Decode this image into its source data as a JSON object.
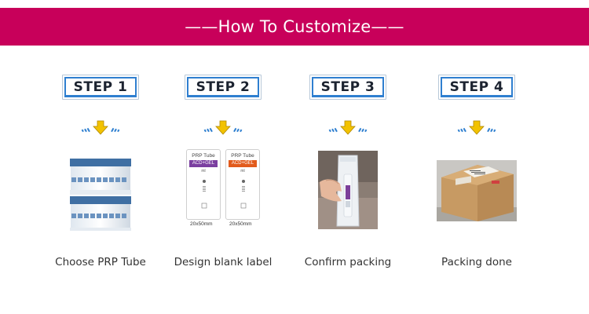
{
  "banner": {
    "title": "——How To Customize——",
    "color": "#c8005a"
  },
  "steps": [
    {
      "badge": "STEP 1",
      "caption": "Choose PRP Tube",
      "image": "prp-tube-racks"
    },
    {
      "badge": "STEP 2",
      "caption": "Design blank label",
      "image": "blank-label-designs"
    },
    {
      "badge": "STEP 3",
      "caption": "Confirm packing",
      "image": "hand-holding-pouch"
    },
    {
      "badge": "STEP 4",
      "caption": "Packing done",
      "image": "cardboard-shipping-box"
    }
  ],
  "labels": {
    "card_a": {
      "title": "PRP Tube",
      "band": "ACD+GEL",
      "band_color": "#7b3fa0",
      "unit": "ml",
      "size": "20x50mm"
    },
    "card_b": {
      "title": "PRP Tube",
      "band": "ACD+GEL",
      "band_color": "#e25b1c",
      "unit": "ml",
      "size": "20x50mm"
    }
  },
  "colors": {
    "badge_border": "#2f7fd0",
    "arrow_yellow": "#f2c200",
    "arrow_blue": "#2f7fd0"
  }
}
